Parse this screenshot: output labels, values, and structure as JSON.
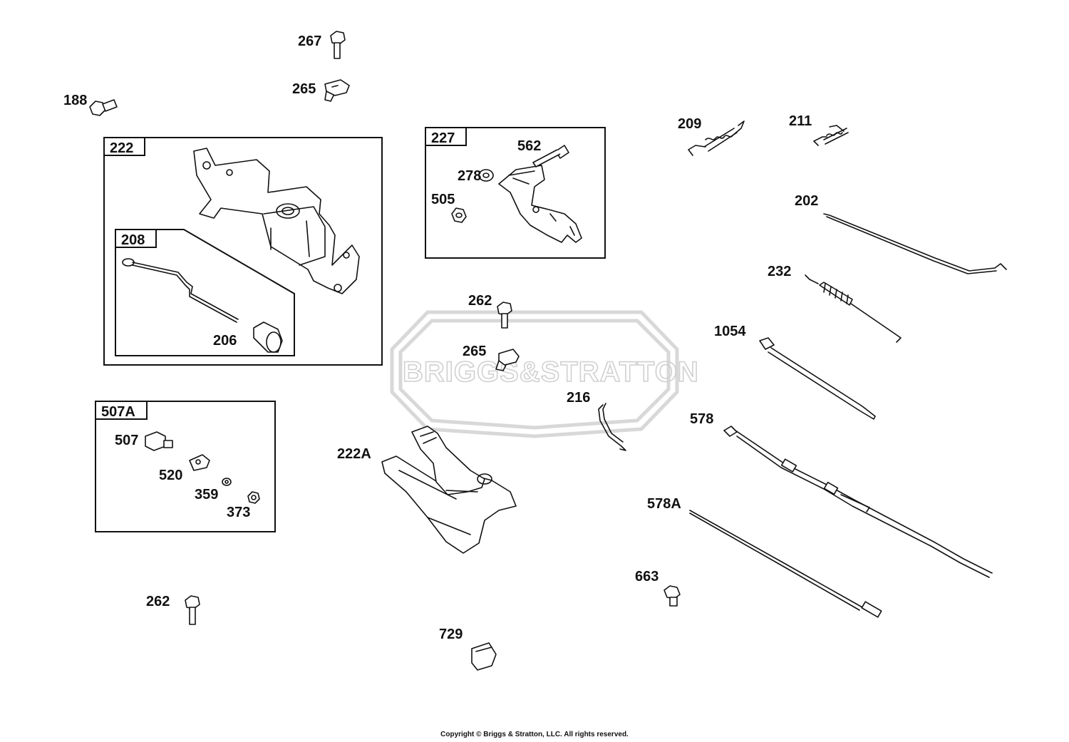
{
  "watermark": {
    "brand": "BRIGGS&STRATTON"
  },
  "boxes": [
    {
      "id": "box-222",
      "tag": "222"
    },
    {
      "id": "box-208",
      "tag": "208"
    },
    {
      "id": "box-227",
      "tag": "227"
    },
    {
      "id": "box-507A",
      "tag": "507A"
    }
  ],
  "callouts": {
    "c267": "267",
    "c265a": "265",
    "c188": "188",
    "c206": "206",
    "c562": "562",
    "c278": "278",
    "c505": "505",
    "c209": "209",
    "c211": "211",
    "c202": "202",
    "c232": "232",
    "c1054": "1054",
    "c262a": "262",
    "c265b": "265",
    "c216": "216",
    "c578": "578",
    "c222A": "222A",
    "c507": "507",
    "c520": "520",
    "c359": "359",
    "c373": "373",
    "c578A": "578A",
    "c663": "663",
    "c262b": "262",
    "c729": "729"
  },
  "footer": {
    "copyright": "Copyright © Briggs & Stratton, LLC. All rights reserved."
  }
}
